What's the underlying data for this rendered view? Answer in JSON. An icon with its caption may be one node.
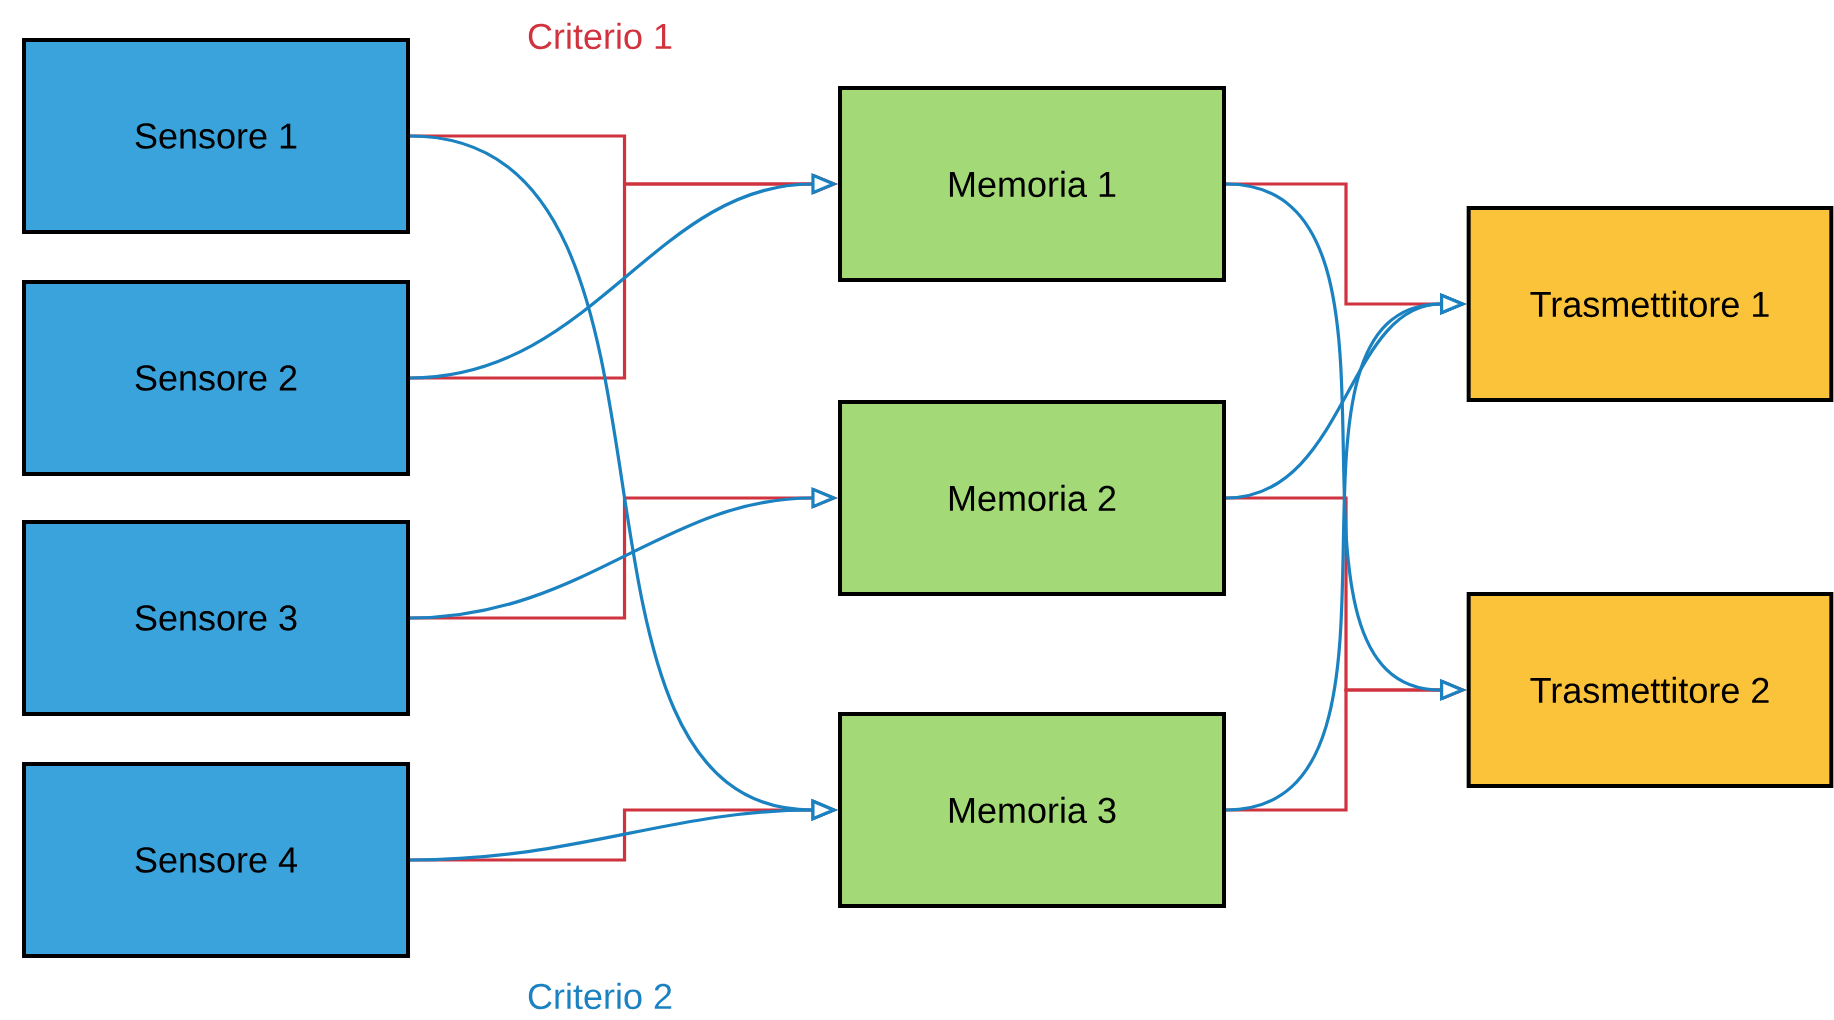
{
  "diagram": {
    "nodes": [
      {
        "text": [
          "Sensore 1"
        ]
      },
      {
        "text": [
          "Sensore 2"
        ]
      },
      {
        "text": [
          "Sensore 3"
        ]
      },
      {
        "text": [
          "Sensore 4"
        ]
      },
      {
        "text": [
          "Memoria 1"
        ]
      },
      {
        "text": [
          "Memoria 2"
        ]
      },
      {
        "text": [
          "Memoria 3"
        ]
      },
      {
        "text": [
          "Trasmettitore 1"
        ]
      },
      {
        "text": [
          "Trasmettitore 2"
        ]
      }
    ],
    "edges": [
      {
        "from": 0,
        "to": 4,
        "arrow": "to",
        "color": "#d0323e"
      },
      {
        "from": 1,
        "to": 4,
        "arrow": "to",
        "color": "#d0323e"
      },
      {
        "from": 2,
        "to": 5,
        "arrow": "to",
        "color": "#d0323e"
      },
      {
        "from": 3,
        "to": 6,
        "arrow": "to",
        "color": "#d0323e"
      },
      {
        "from": 4,
        "to": 7,
        "arrow": "to",
        "color": "#d0323e"
      },
      {
        "from": 5,
        "to": 8,
        "arrow": "to",
        "color": "#d0323e"
      },
      {
        "from": 6,
        "to": 8,
        "arrow": "to",
        "color": "#d0323e"
      },
      {
        "from": 0,
        "to": 6,
        "arrow": "to",
        "color": "#1a82c0"
      },
      {
        "from": 1,
        "to": 4,
        "arrow": "to",
        "color": "#1a82c0"
      },
      {
        "from": 2,
        "to": 5,
        "arrow": "to",
        "color": "#1a82c0"
      },
      {
        "from": 3,
        "to": 6,
        "arrow": "to",
        "color": "#1a82c0"
      },
      {
        "from": 4,
        "to": 8,
        "arrow": "to",
        "color": "#1a82c0"
      },
      {
        "from": 5,
        "to": 7,
        "arrow": "to",
        "color": "#1a82c0"
      },
      {
        "from": 6,
        "to": 7,
        "arrow": "to",
        "color": "#1a82c0"
      }
    ],
    "labels": [
      "Criterio 1",
      "Criterio 2"
    ]
  }
}
